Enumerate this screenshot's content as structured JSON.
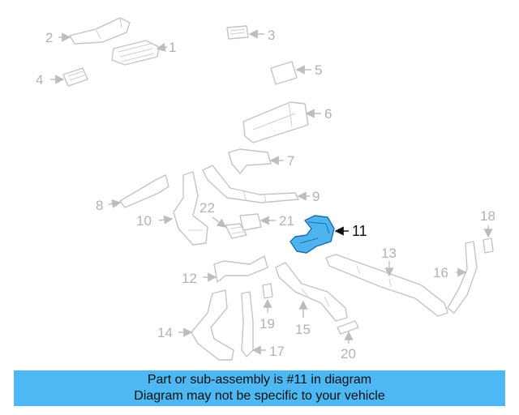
{
  "diagram": {
    "callouts": {
      "c1": "1",
      "c2": "2",
      "c3": "3",
      "c4": "4",
      "c5": "5",
      "c6": "6",
      "c7": "7",
      "c8": "8",
      "c9": "9",
      "c10": "10",
      "c11": "11",
      "c12": "12",
      "c13": "13",
      "c14": "14",
      "c15": "15",
      "c16": "16",
      "c17": "17",
      "c18": "18",
      "c19": "19",
      "c20": "20",
      "c21": "21",
      "c22": "22"
    },
    "highlighted_part": "11",
    "colors": {
      "highlight": "#4db4f0",
      "banner": "#4db8f4",
      "parts_outline": "#c4c4c4",
      "text": "#111111"
    }
  },
  "banner": {
    "line1": "Part or sub-assembly is #11 in diagram",
    "line2": "Diagram may not be specific to your vehicle"
  }
}
